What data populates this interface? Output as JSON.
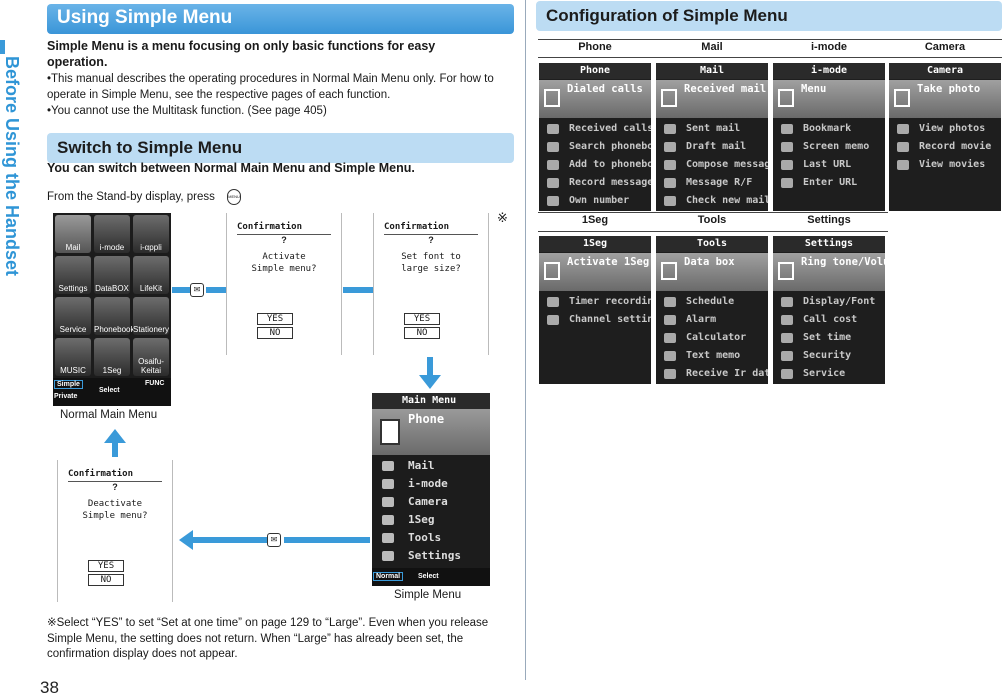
{
  "side_tab": {
    "label": "Before Using the Handset"
  },
  "page_number": "38",
  "left": {
    "section_title": "Using Simple Menu",
    "intro": "Simple Menu is a menu focusing on only basic functions for easy operation.",
    "notes": [
      "•This manual describes the operating procedures in Normal Main Menu only. For how to operate in Simple Menu, see the respective pages of each function.",
      "•You cannot use the Multitask function. (See page 405)"
    ],
    "switch_title": "Switch to Simple Menu",
    "switch_lead": "You can switch between Normal Main Menu and Simple Menu.",
    "standby": "From the Stand-by display, press",
    "asterisk": "※",
    "footnote": "※Select “YES” to set “Set at one time” on page 129 to “Large”. Even when you release Simple Menu, the setting does not return. When “Large” has already been set, the confirmation display does not appear.",
    "normal_caption": "Normal Main Menu",
    "simple_caption": "Simple Menu",
    "normal_menu": {
      "items": [
        "Mail",
        "i-mode",
        "i-αppli",
        "Settings",
        "DataBOX",
        "LifeKit",
        "Service",
        "Phonebook",
        "Stationery",
        "MUSIC",
        "1Seg",
        "Osaifu-Keitai"
      ],
      "foot_simple": "Simple",
      "foot_private": "Private",
      "foot_select": "Select",
      "foot_func": "FUNC"
    },
    "confirm1": {
      "title": "Confirmation",
      "q": "?",
      "message": "Activate\nSimple menu?",
      "yes": "YES",
      "no": "NO"
    },
    "confirm2": {
      "title": "Confirmation",
      "q": "?",
      "message": "Set font to\nlarge size?",
      "yes": "YES",
      "no": "NO"
    },
    "confirm3": {
      "title": "Confirmation",
      "q": "?",
      "message": "Deactivate\nSimple menu?",
      "yes": "YES",
      "no": "NO"
    },
    "simple_menu": {
      "title": "Main Menu",
      "highlight": "Phone",
      "items": [
        "Mail",
        "i-mode",
        "Camera",
        "1Seg",
        "Tools",
        "Settings"
      ],
      "foot_normal": "Normal",
      "foot_select": "Select"
    }
  },
  "right": {
    "section_title": "Configuration of Simple Menu",
    "headers": [
      "Phone",
      "Mail",
      "i-mode",
      "Camera",
      "1Seg",
      "Tools",
      "Settings"
    ],
    "screens": [
      {
        "title": "Phone",
        "highlight": "Dialed calls",
        "items": [
          "Received calls",
          "Search phonebook",
          "Add to phonebook",
          "Record message",
          "Own number"
        ]
      },
      {
        "title": "Mail",
        "highlight": "Received mail",
        "items": [
          "Sent mail",
          "Draft mail",
          "Compose message",
          "Message R/F",
          "Check new mail"
        ]
      },
      {
        "title": "i-mode",
        "highlight": "Menu",
        "items": [
          "Bookmark",
          "Screen memo",
          "Last URL",
          "Enter URL"
        ]
      },
      {
        "title": "Camera",
        "highlight": "Take photo",
        "items": [
          "View photos",
          "Record movie",
          "View movies"
        ]
      },
      {
        "title": "1Seg",
        "highlight": "Activate 1Seg",
        "items": [
          "Timer recording",
          "Channel setting"
        ]
      },
      {
        "title": "Tools",
        "highlight": "Data box",
        "items": [
          "Schedule",
          "Alarm",
          "Calculator",
          "Text memo",
          "Receive Ir data"
        ]
      },
      {
        "title": "Settings",
        "highlight": "Ring tone/Volume",
        "items": [
          "Display/Font",
          "Call cost",
          "Set time",
          "Security",
          "Service"
        ]
      }
    ]
  },
  "colors": {
    "accent": "#3a9ad9",
    "header_light": "#bcdcf3"
  }
}
